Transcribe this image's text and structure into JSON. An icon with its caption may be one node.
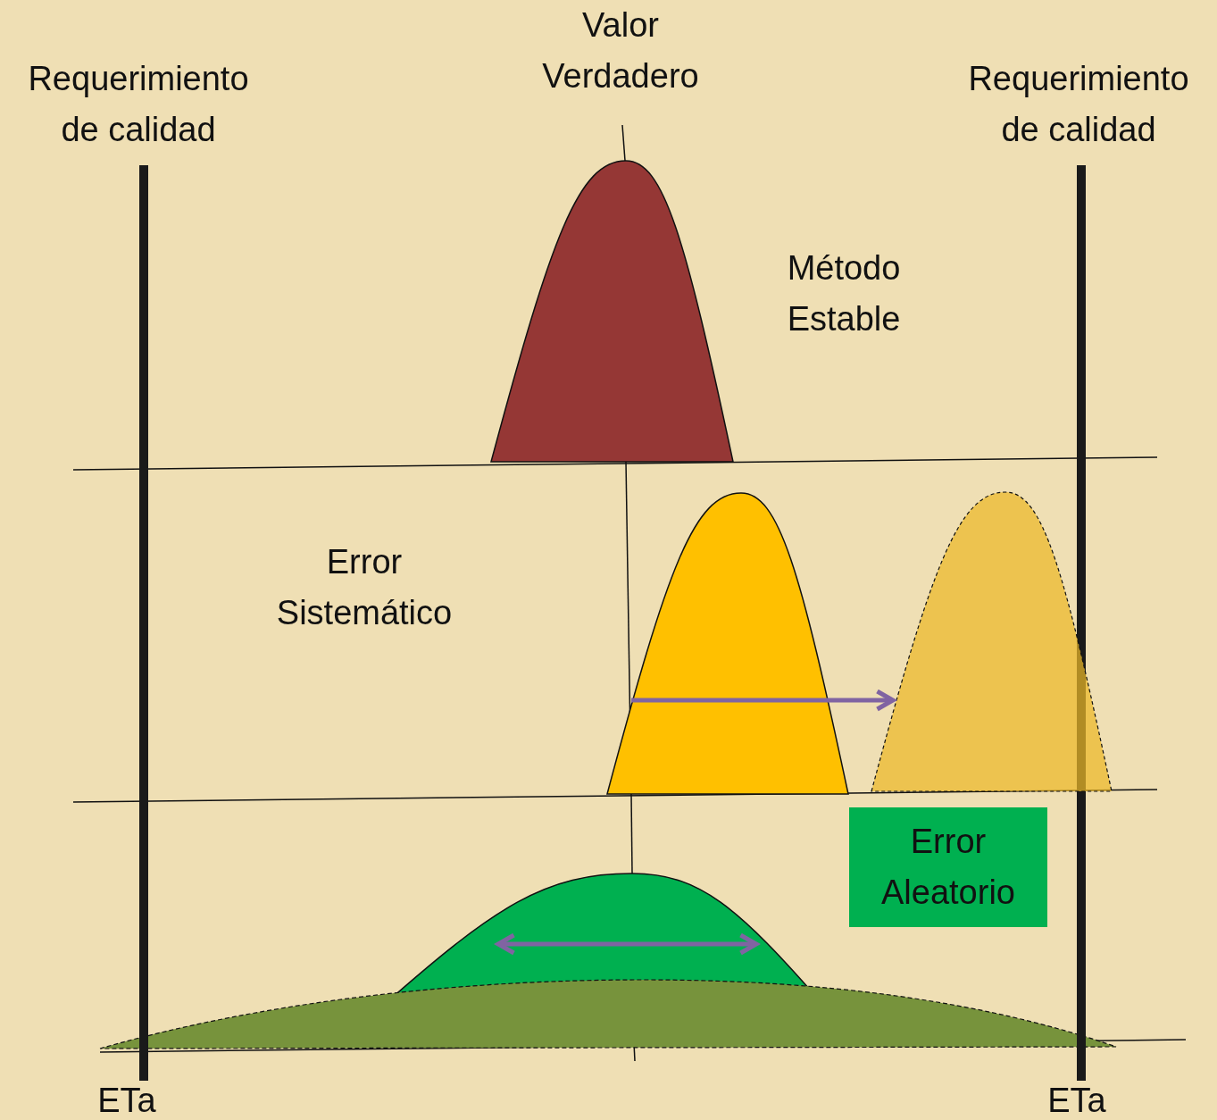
{
  "diagram": {
    "nodes": [
      {
        "text": [
          "Error Aleatorio"
        ]
      }
    ],
    "labels": [
      "Valor Verdadero",
      "Requerimiento de calidad",
      "Requerimiento de calidad",
      "Método Estable",
      "Error Sistemático",
      "ETa",
      "ETa"
    ]
  }
}
